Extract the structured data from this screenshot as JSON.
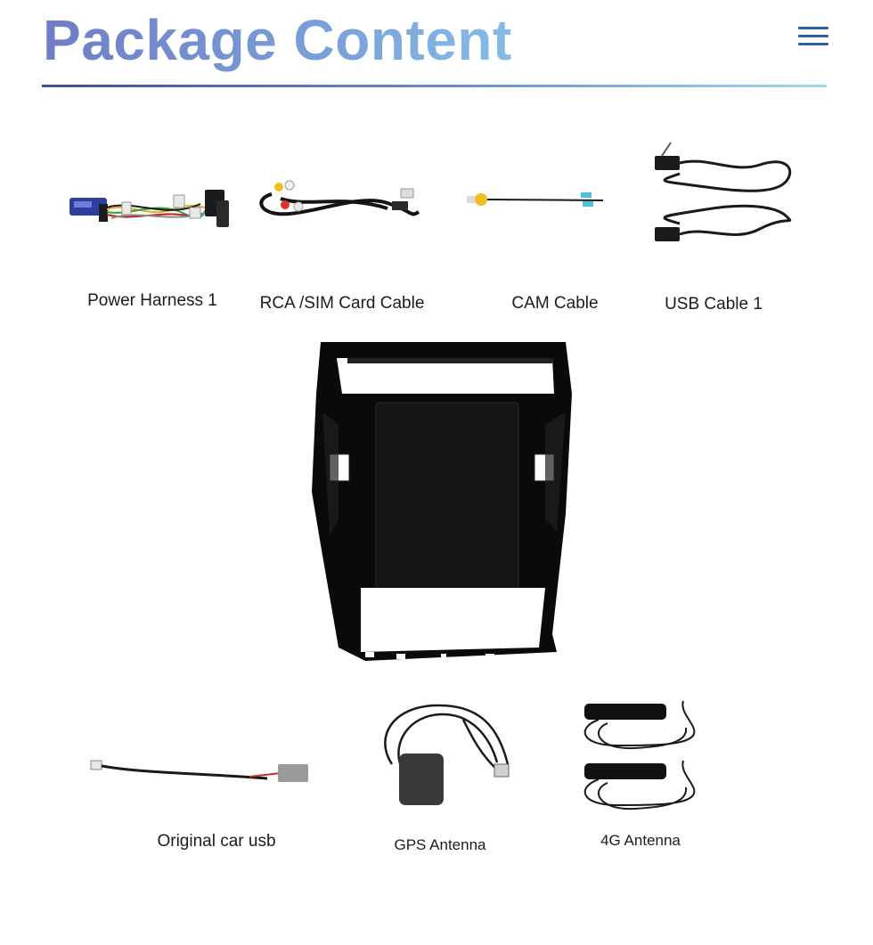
{
  "header": {
    "title": "Package Content",
    "menu_icon": "hamburger-menu-icon"
  },
  "items": {
    "power_harness": "Power Harness 1",
    "rca_cable": "RCA /SIM Card Cable",
    "cam_cable": "CAM Cable",
    "usb_cable": "USB Cable 1",
    "original_usb": "Original car usb",
    "gps_antenna": "GPS Antenna",
    "antenna_4g": "4G Antenna"
  },
  "colors": {
    "title_gradient_start": "#6f7cc6",
    "title_gradient_end": "#86bce6",
    "rule_start": "#3f4f9a",
    "rule_end": "#a7d7ec",
    "menu_icon": "#2e5f9e"
  }
}
